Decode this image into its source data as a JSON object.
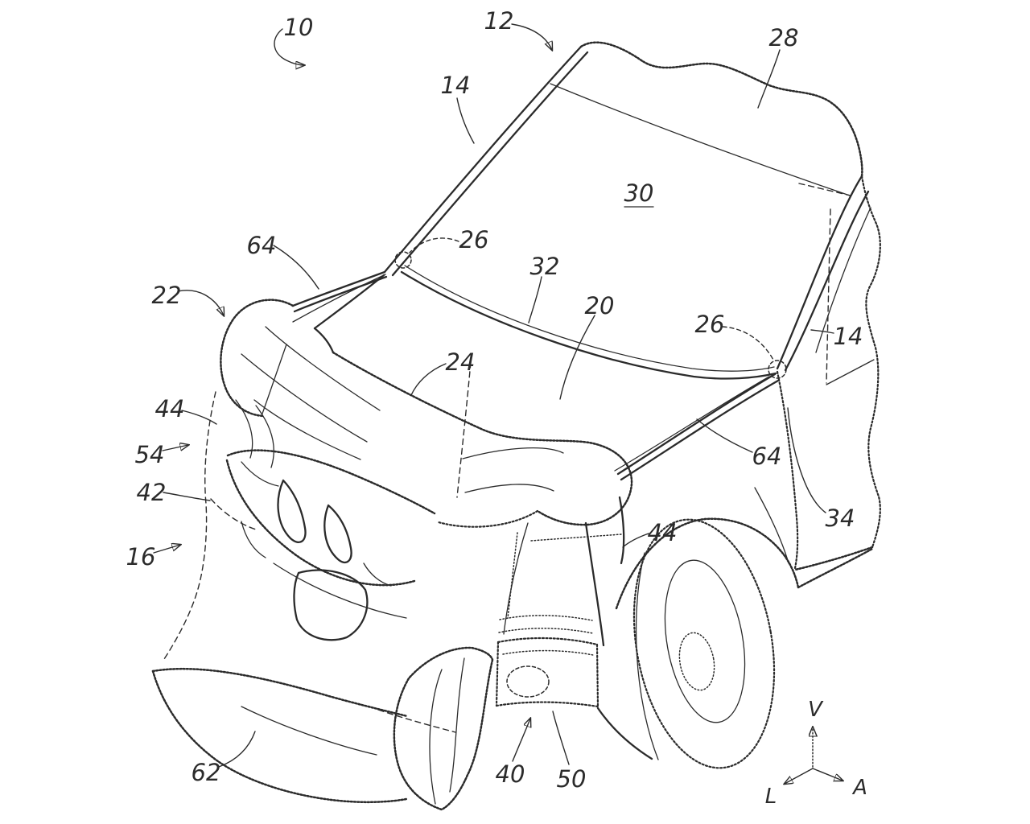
{
  "figure": {
    "type": "patent-line-drawing",
    "description": "Perspective view of a vehicle front end with deployed exterior airbags over the hood, grille and bumper",
    "reference_labels": [
      {
        "text": "10"
      },
      {
        "text": "12"
      },
      {
        "text": "28"
      },
      {
        "text": "14"
      },
      {
        "text": "30"
      },
      {
        "text": "64"
      },
      {
        "text": "22"
      },
      {
        "text": "26"
      },
      {
        "text": "32"
      },
      {
        "text": "20"
      },
      {
        "text": "26"
      },
      {
        "text": "14"
      },
      {
        "text": "24"
      },
      {
        "text": "44"
      },
      {
        "text": "54"
      },
      {
        "text": "42"
      },
      {
        "text": "16"
      },
      {
        "text": "64"
      },
      {
        "text": "34"
      },
      {
        "text": "44"
      },
      {
        "text": "62"
      },
      {
        "text": "40"
      },
      {
        "text": "50"
      }
    ],
    "axis_indicator": {
      "up": "V",
      "lower_left": "L",
      "lower_right": "A"
    }
  }
}
